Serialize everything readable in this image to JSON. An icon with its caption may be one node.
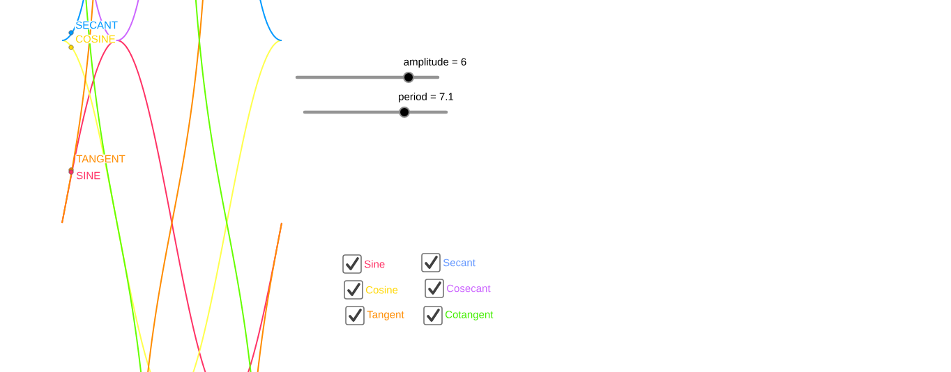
{
  "diagram": {
    "labels": [
      "SECANT",
      "COSINE",
      "amplitude = 6",
      "period = 7.1",
      "TANGENT",
      "SINE",
      "Sine",
      "Secant",
      "Cosine",
      "Cosecant",
      "Tangent",
      "Cotangent"
    ]
  }
}
